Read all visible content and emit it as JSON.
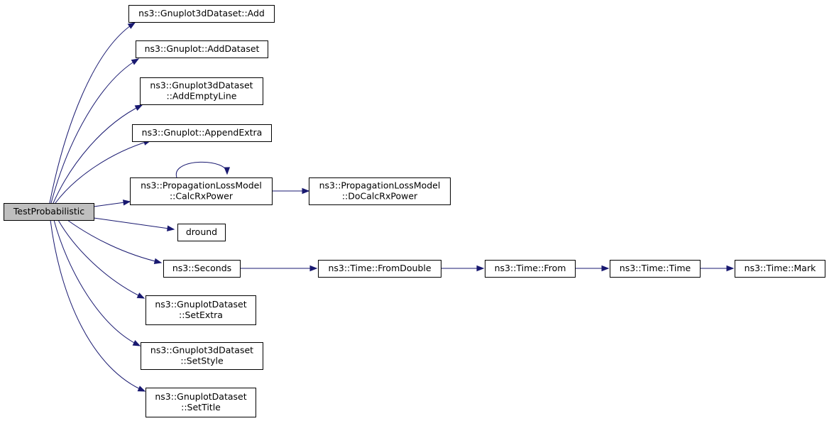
{
  "diagram": {
    "type": "call-graph",
    "root": "TestProbabilistic",
    "colors": {
      "edge": "#191970",
      "root_fill": "#bfbfbf",
      "node_fill": "#ffffff",
      "node_border": "#000000"
    },
    "nodes": [
      {
        "id": "root",
        "lines": [
          "TestProbabilistic"
        ]
      },
      {
        "id": "add",
        "lines": [
          "ns3::Gnuplot3dDataset::Add"
        ]
      },
      {
        "id": "add-dataset",
        "lines": [
          "ns3::Gnuplot::AddDataset"
        ]
      },
      {
        "id": "add-empty-line",
        "lines": [
          "ns3::Gnuplot3dDataset",
          "::AddEmptyLine"
        ]
      },
      {
        "id": "append-extra",
        "lines": [
          "ns3::Gnuplot::AppendExtra"
        ]
      },
      {
        "id": "calc-rx-power",
        "lines": [
          "ns3::PropagationLossModel",
          "::CalcRxPower"
        ]
      },
      {
        "id": "do-calc-rx-power",
        "lines": [
          "ns3::PropagationLossModel",
          "::DoCalcRxPower"
        ]
      },
      {
        "id": "dround",
        "lines": [
          "dround"
        ]
      },
      {
        "id": "seconds",
        "lines": [
          "ns3::Seconds"
        ]
      },
      {
        "id": "from-double",
        "lines": [
          "ns3::Time::FromDouble"
        ]
      },
      {
        "id": "time-from",
        "lines": [
          "ns3::Time::From"
        ]
      },
      {
        "id": "time-time",
        "lines": [
          "ns3::Time::Time"
        ]
      },
      {
        "id": "time-mark",
        "lines": [
          "ns3::Time::Mark"
        ]
      },
      {
        "id": "set-extra",
        "lines": [
          "ns3::GnuplotDataset",
          "::SetExtra"
        ]
      },
      {
        "id": "set-style",
        "lines": [
          "ns3::Gnuplot3dDataset",
          "::SetStyle"
        ]
      },
      {
        "id": "set-title",
        "lines": [
          "ns3::GnuplotDataset",
          "::SetTitle"
        ]
      }
    ],
    "edges": [
      {
        "from": "root",
        "to": "add"
      },
      {
        "from": "root",
        "to": "add-dataset"
      },
      {
        "from": "root",
        "to": "add-empty-line"
      },
      {
        "from": "root",
        "to": "append-extra"
      },
      {
        "from": "root",
        "to": "calc-rx-power"
      },
      {
        "from": "calc-rx-power",
        "to": "calc-rx-power"
      },
      {
        "from": "calc-rx-power",
        "to": "do-calc-rx-power"
      },
      {
        "from": "root",
        "to": "dround"
      },
      {
        "from": "root",
        "to": "seconds"
      },
      {
        "from": "seconds",
        "to": "from-double"
      },
      {
        "from": "from-double",
        "to": "time-from"
      },
      {
        "from": "time-from",
        "to": "time-time"
      },
      {
        "from": "time-time",
        "to": "time-mark"
      },
      {
        "from": "root",
        "to": "set-extra"
      },
      {
        "from": "root",
        "to": "set-style"
      },
      {
        "from": "root",
        "to": "set-title"
      }
    ]
  }
}
